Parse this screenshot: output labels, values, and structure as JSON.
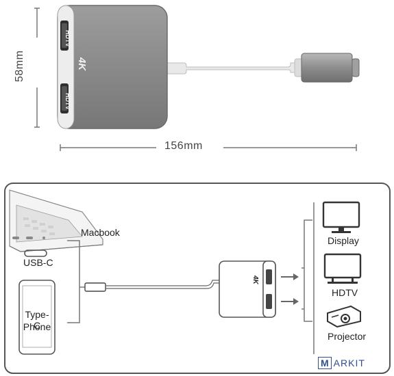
{
  "dimensions": {
    "height_label": "58mm",
    "width_label": "156mm"
  },
  "adapter_top": {
    "port_label_top": "HDTV",
    "port_label_bottom": "HDTV",
    "badge": "4K"
  },
  "diagram": {
    "macbook_label": "Macbook",
    "usbc_label": "USB-C",
    "phone_label_line1": "Type-C",
    "phone_label_line2": "Phone",
    "adapter_badge": "4K",
    "outputs": [
      {
        "label": "Display",
        "icon": "monitor-icon"
      },
      {
        "label": "HDTV",
        "icon": "tv-icon"
      },
      {
        "label": "Projector",
        "icon": "projector-icon"
      }
    ]
  },
  "logo": {
    "boxed_letter": "M",
    "rest": "ARKIT"
  },
  "colors": {
    "adapter_body": "#8a8a8a",
    "adapter_dark": "#6f6f6f",
    "border": "#555555",
    "arrow": "#666666",
    "logo_blue": "#2f4f8f",
    "logo_red": "#c8383a"
  }
}
